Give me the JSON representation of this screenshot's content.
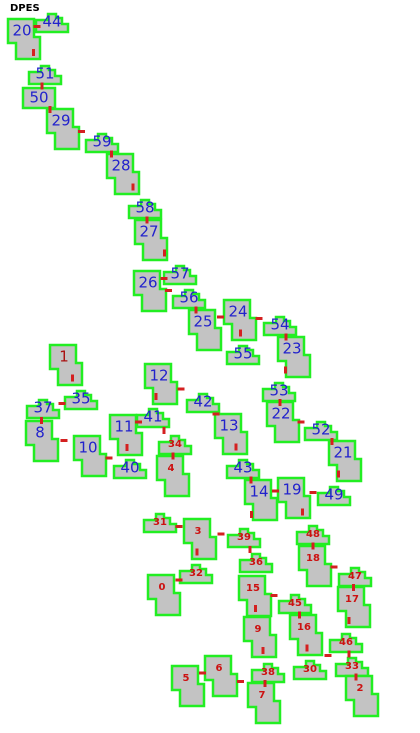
{
  "title": "DPES",
  "colors": {
    "room_fill": "#c3c3c3",
    "room_border": "#22ee22",
    "door": "#d42020",
    "label_blue": "#2222cc",
    "label_red": "#cc1111"
  },
  "rooms": [
    {
      "id": "44",
      "style": "big",
      "shape": "notch"
    },
    {
      "id": "20",
      "style": "big",
      "shape": "tall"
    },
    {
      "id": "51",
      "style": "big",
      "shape": "notch"
    },
    {
      "id": "50",
      "style": "big",
      "shape": "rect"
    },
    {
      "id": "29",
      "style": "big",
      "shape": "tall"
    },
    {
      "id": "59",
      "style": "big",
      "shape": "notch"
    },
    {
      "id": "28",
      "style": "big",
      "shape": "tall"
    },
    {
      "id": "58",
      "style": "big",
      "shape": "notch"
    },
    {
      "id": "27",
      "style": "big",
      "shape": "tall"
    },
    {
      "id": "57",
      "style": "big",
      "shape": "notch"
    },
    {
      "id": "26",
      "style": "big",
      "shape": "tall"
    },
    {
      "id": "56",
      "style": "big",
      "shape": "notch"
    },
    {
      "id": "25",
      "style": "big",
      "shape": "tall"
    },
    {
      "id": "24",
      "style": "big",
      "shape": "tall"
    },
    {
      "id": "54",
      "style": "big",
      "shape": "notch"
    },
    {
      "id": "55",
      "style": "big",
      "shape": "notch"
    },
    {
      "id": "23",
      "style": "big",
      "shape": "tall"
    },
    {
      "id": "53",
      "style": "big",
      "shape": "notch"
    },
    {
      "id": "22",
      "style": "big",
      "shape": "tall"
    },
    {
      "id": "52",
      "style": "big",
      "shape": "notch"
    },
    {
      "id": "21",
      "style": "big",
      "shape": "tall"
    },
    {
      "id": "49",
      "style": "big",
      "shape": "notch"
    },
    {
      "id": "19",
      "style": "big",
      "shape": "tall"
    },
    {
      "id": "14",
      "style": "big",
      "shape": "tall"
    },
    {
      "id": "43",
      "style": "big",
      "shape": "notch"
    },
    {
      "id": "13",
      "style": "big",
      "shape": "tall"
    },
    {
      "id": "42",
      "style": "big",
      "shape": "notch"
    },
    {
      "id": "12",
      "style": "big",
      "shape": "tall"
    },
    {
      "id": "41",
      "style": "big",
      "shape": "notch"
    },
    {
      "id": "11",
      "style": "big",
      "shape": "tall"
    },
    {
      "id": "40",
      "style": "big",
      "shape": "notch"
    },
    {
      "id": "34",
      "style": "small",
      "shape": "notch"
    },
    {
      "id": "4",
      "style": "small",
      "shape": "tall"
    },
    {
      "id": "1",
      "style": "med",
      "shape": "tall"
    },
    {
      "id": "35",
      "style": "big",
      "shape": "notch"
    },
    {
      "id": "37",
      "style": "big",
      "shape": "notch"
    },
    {
      "id": "8",
      "style": "big",
      "shape": "tall"
    },
    {
      "id": "10",
      "style": "big",
      "shape": "tall"
    },
    {
      "id": "31",
      "style": "small",
      "shape": "notch"
    },
    {
      "id": "3",
      "style": "small",
      "shape": "tall"
    },
    {
      "id": "39",
      "style": "small",
      "shape": "notch"
    },
    {
      "id": "36",
      "style": "small",
      "shape": "notch"
    },
    {
      "id": "32",
      "style": "small",
      "shape": "notch"
    },
    {
      "id": "0",
      "style": "small",
      "shape": "tall"
    },
    {
      "id": "48",
      "style": "small",
      "shape": "notch"
    },
    {
      "id": "18",
      "style": "small",
      "shape": "tall"
    },
    {
      "id": "47",
      "style": "small",
      "shape": "notch"
    },
    {
      "id": "17",
      "style": "small",
      "shape": "tall"
    },
    {
      "id": "15",
      "style": "small",
      "shape": "tall"
    },
    {
      "id": "45",
      "style": "small",
      "shape": "notch"
    },
    {
      "id": "16",
      "style": "small",
      "shape": "tall"
    },
    {
      "id": "9",
      "style": "small",
      "shape": "tall"
    },
    {
      "id": "46",
      "style": "small",
      "shape": "notch"
    },
    {
      "id": "38",
      "style": "small",
      "shape": "notch"
    },
    {
      "id": "30",
      "style": "small",
      "shape": "notch"
    },
    {
      "id": "33",
      "style": "small",
      "shape": "notch"
    },
    {
      "id": "6",
      "style": "small",
      "shape": "tall"
    },
    {
      "id": "5",
      "style": "small",
      "shape": "tall"
    },
    {
      "id": "7",
      "style": "small",
      "shape": "tall"
    },
    {
      "id": "2",
      "style": "small",
      "shape": "tall"
    }
  ],
  "connections": [
    [
      "44",
      "20"
    ],
    [
      "20",
      "51"
    ],
    [
      "51",
      "50"
    ],
    [
      "50",
      "29"
    ],
    [
      "29",
      "59"
    ],
    [
      "59",
      "28"
    ],
    [
      "28",
      "58"
    ],
    [
      "58",
      "27"
    ],
    [
      "27",
      "57"
    ],
    [
      "57",
      "26"
    ],
    [
      "26",
      "56"
    ],
    [
      "56",
      "25"
    ],
    [
      "25",
      "24"
    ],
    [
      "24",
      "54"
    ],
    [
      "24",
      "55"
    ],
    [
      "54",
      "23"
    ],
    [
      "23",
      "53"
    ],
    [
      "53",
      "22"
    ],
    [
      "22",
      "52"
    ],
    [
      "52",
      "21"
    ],
    [
      "21",
      "49"
    ],
    [
      "49",
      "19"
    ],
    [
      "19",
      "14"
    ],
    [
      "14",
      "43"
    ],
    [
      "43",
      "13"
    ],
    [
      "13",
      "42"
    ],
    [
      "42",
      "12"
    ],
    [
      "12",
      "41"
    ],
    [
      "41",
      "11"
    ],
    [
      "11",
      "40"
    ],
    [
      "41",
      "34"
    ],
    [
      "34",
      "4"
    ],
    [
      "1",
      "35"
    ],
    [
      "35",
      "37"
    ],
    [
      "37",
      "8"
    ],
    [
      "8",
      "10"
    ],
    [
      "10",
      "40"
    ],
    [
      "14",
      "39"
    ],
    [
      "39",
      "3"
    ],
    [
      "3",
      "31"
    ],
    [
      "39",
      "36"
    ],
    [
      "3",
      "32"
    ],
    [
      "32",
      "0"
    ],
    [
      "19",
      "48"
    ],
    [
      "48",
      "18"
    ],
    [
      "18",
      "47"
    ],
    [
      "47",
      "17"
    ],
    [
      "17",
      "46"
    ],
    [
      "15",
      "45"
    ],
    [
      "45",
      "16"
    ],
    [
      "15",
      "9"
    ],
    [
      "9",
      "38"
    ],
    [
      "16",
      "30"
    ],
    [
      "46",
      "33"
    ],
    [
      "33",
      "2"
    ],
    [
      "38",
      "7"
    ],
    [
      "6",
      "5"
    ],
    [
      "6",
      "7"
    ],
    [
      "30",
      "46"
    ]
  ]
}
